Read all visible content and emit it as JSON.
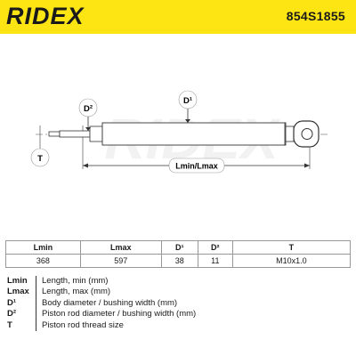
{
  "header": {
    "brand": "RIDEX",
    "part_number": "854S1855",
    "color": "#fde513"
  },
  "diagram": {
    "watermark": "RIDEX",
    "labels": {
      "d2": "D²",
      "d1": "D¹",
      "t": "T",
      "length": "Lmin/Lmax"
    }
  },
  "spec_table": {
    "headers": [
      "Lmin",
      "Lmax",
      "D¹",
      "D²",
      "T"
    ],
    "values": [
      "368",
      "597",
      "38",
      "11",
      "M10x1.0"
    ]
  },
  "legend": [
    {
      "key": "Lmin",
      "desc": "Length, min (mm)"
    },
    {
      "key": "Lmax",
      "desc": "Length, max (mm)"
    },
    {
      "key": "D¹",
      "desc": "Body diameter / bushing width (mm)"
    },
    {
      "key": "D²",
      "desc": "Piston rod diameter / bushing width (mm)"
    },
    {
      "key": "T",
      "desc": "Piston rod thread size"
    }
  ]
}
